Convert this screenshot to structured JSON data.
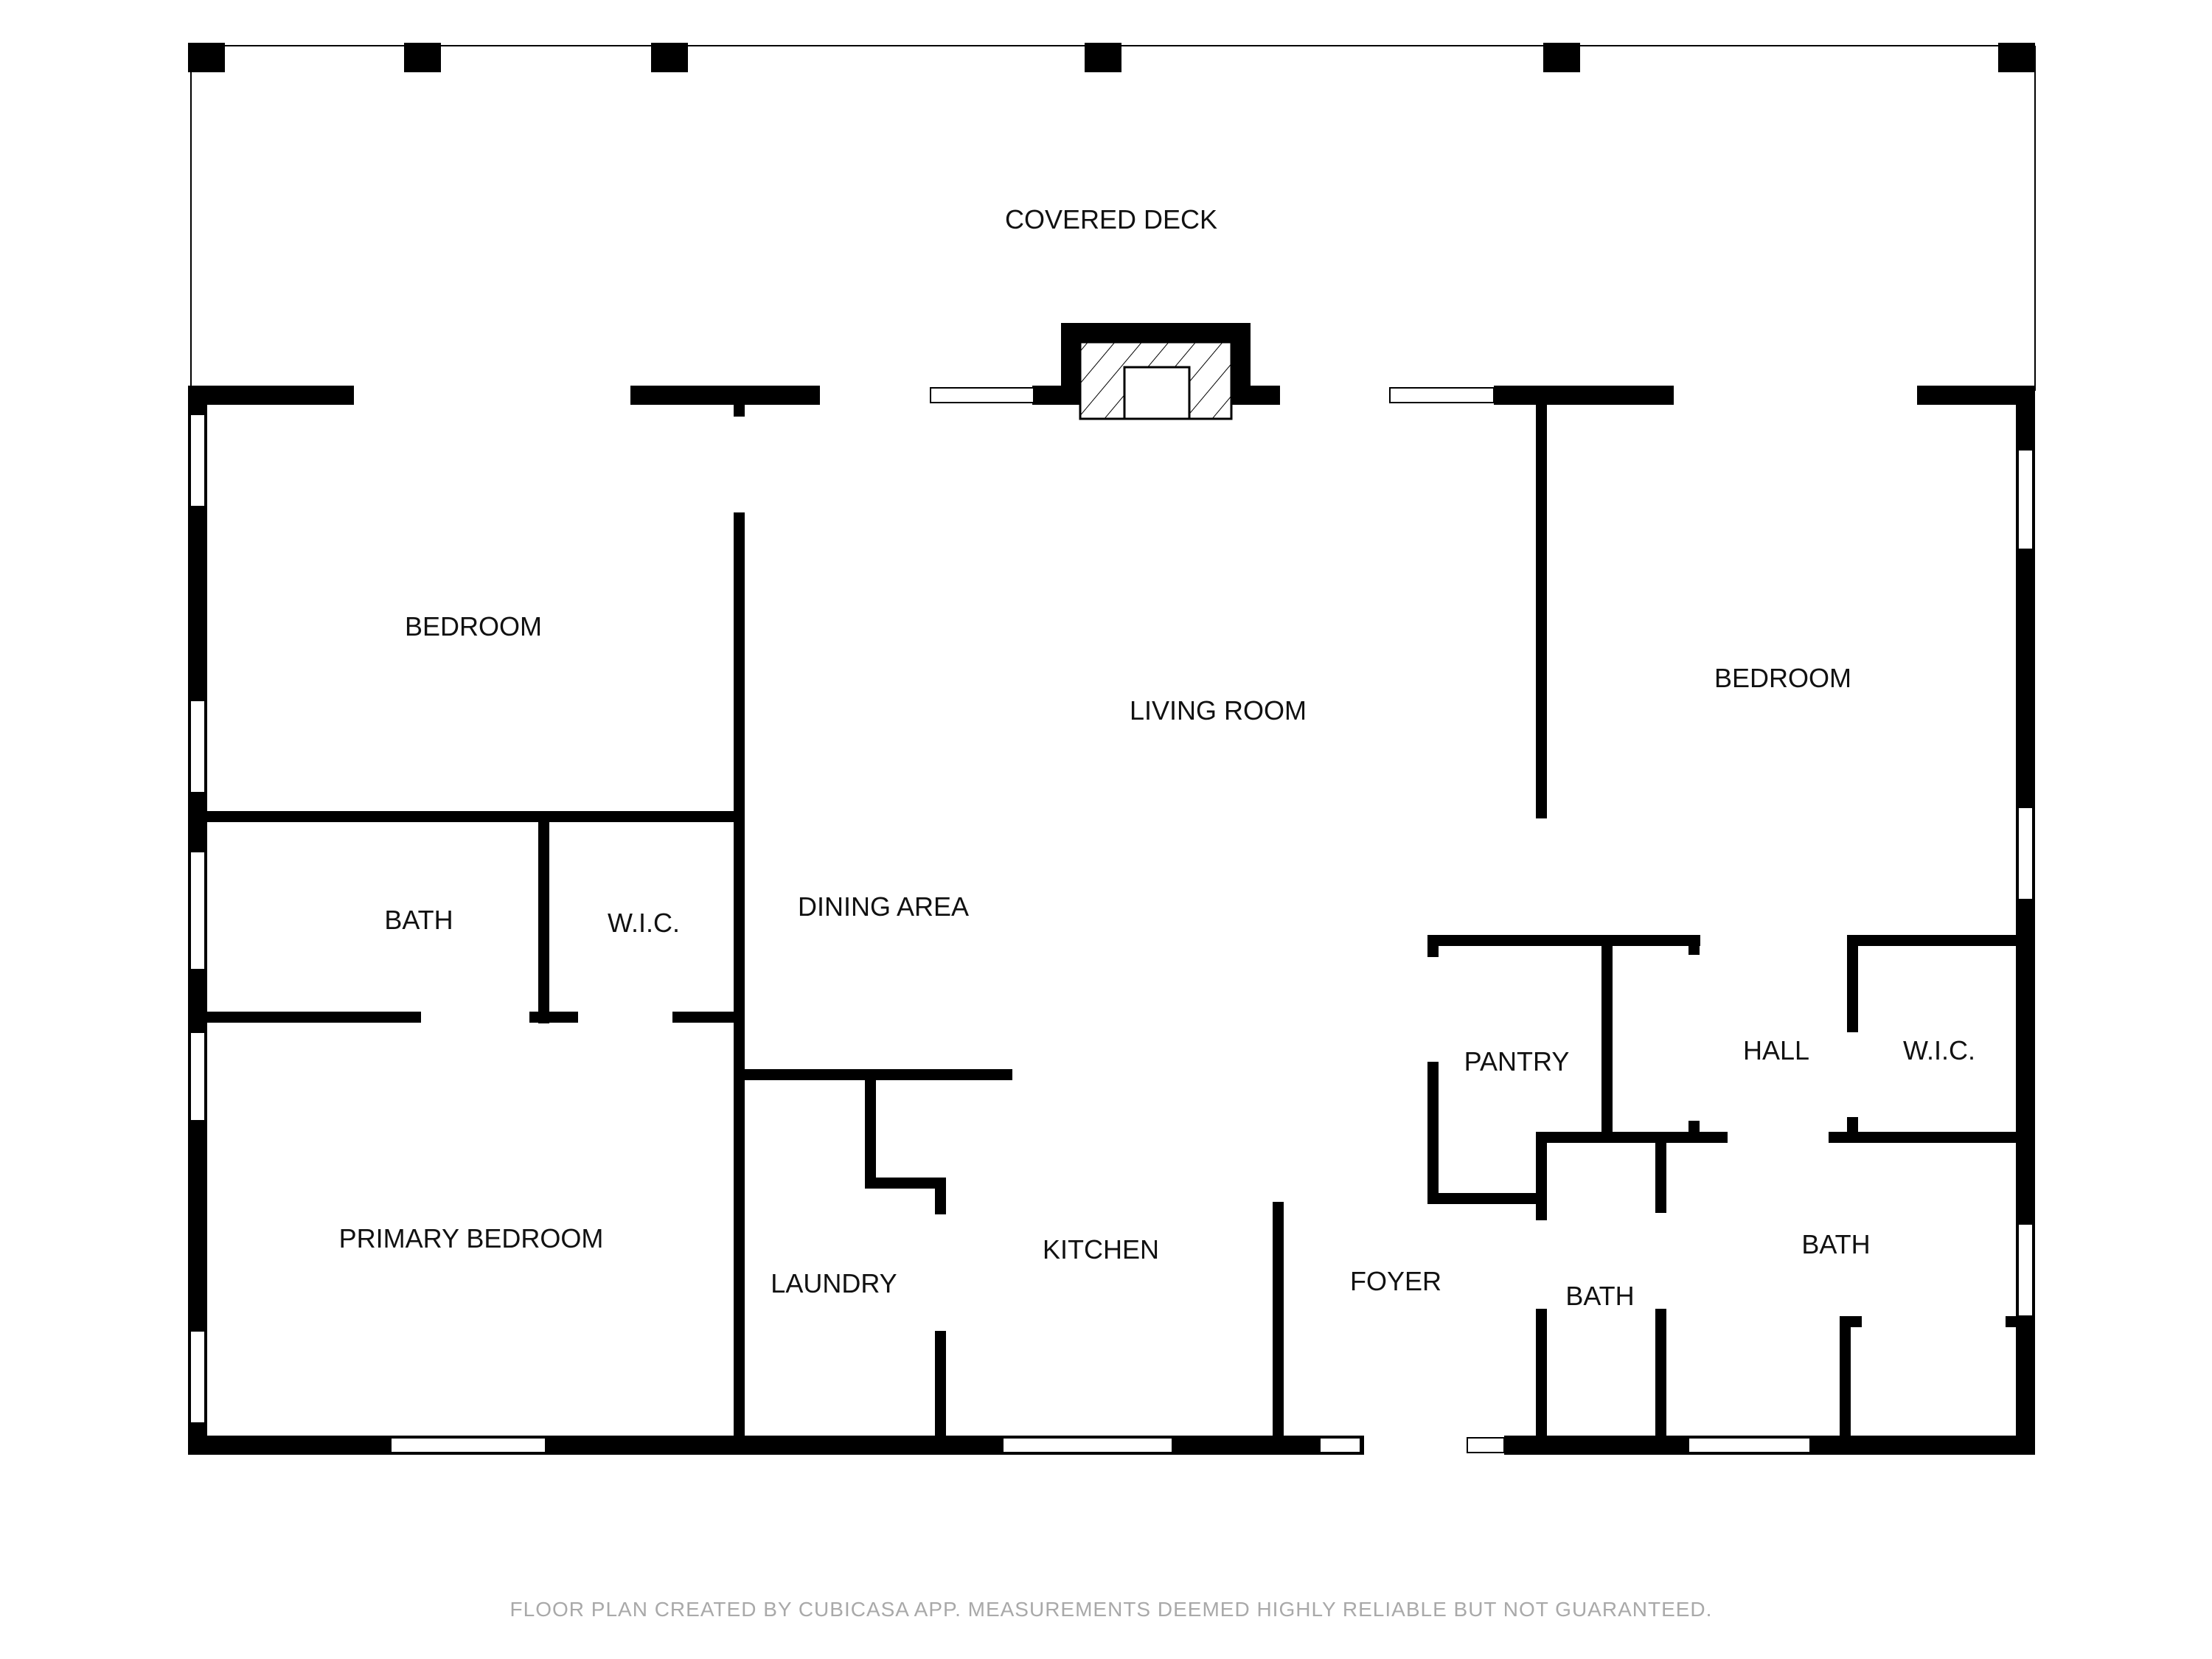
{
  "rooms": {
    "covered_deck": "COVERED DECK",
    "bedroom_left": "BEDROOM",
    "living_room": "LIVING ROOM",
    "bedroom_right": "BEDROOM",
    "bath_left": "BATH",
    "wic_left": "W.I.C.",
    "dining_area": "DINING AREA",
    "pantry": "PANTRY",
    "hall": "HALL",
    "wic_right": "W.I.C.",
    "primary_bedroom": "PRIMARY BEDROOM",
    "laundry": "LAUNDRY",
    "kitchen": "KITCHEN",
    "foyer": "FOYER",
    "bath_center": "BATH",
    "bath_right": "BATH"
  },
  "footer": "FLOOR PLAN CREATED BY CUBICASA APP. MEASUREMENTS DEEMED HIGHLY RELIABLE BUT NOT GUARANTEED.",
  "colors": {
    "wall": "#000000",
    "window": "#ffffff",
    "label": "#111111",
    "footer": "#a9a9a9"
  }
}
